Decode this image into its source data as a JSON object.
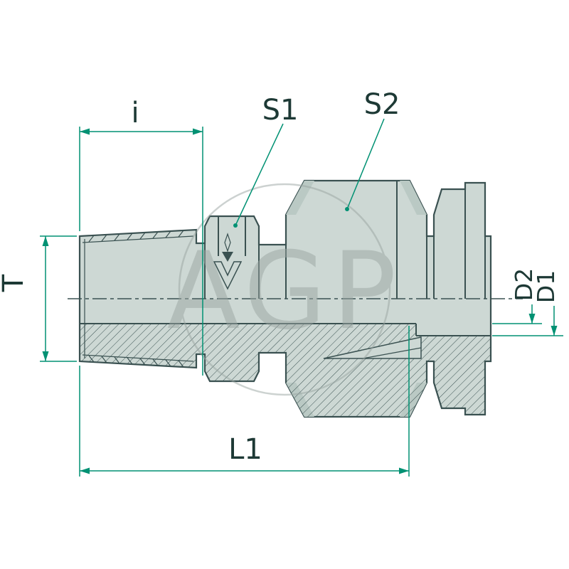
{
  "drawing": {
    "watermark_text": "AGP",
    "labels": {
      "i": "i",
      "s1": "S1",
      "s2": "S2",
      "t": "T",
      "d2": "D2",
      "d1": "D1",
      "l1": "L1"
    },
    "colors": {
      "background": "#ffffff",
      "line": "#3a5151",
      "fill": "#cdd8d4",
      "fill_shade": "#bac9c4",
      "dimension": "#009173",
      "label": "#1d3935",
      "watermark": "#9aa5a2"
    }
  }
}
